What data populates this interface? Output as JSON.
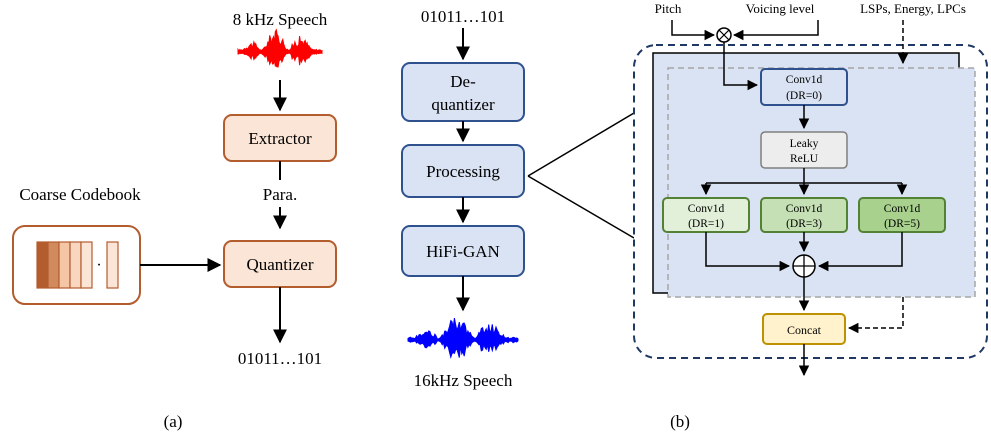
{
  "panel_a": {
    "input_label": "8 kHz Speech",
    "extractor_label": "Extractor",
    "para_label": "Para.",
    "codebook_title": "Coarse Codebook",
    "codebook_dots": "·",
    "quantizer_label": "Quantizer",
    "output_bits": "01011…101",
    "caption": "(a)"
  },
  "panel_mid": {
    "input_bits": "01011…101",
    "dequantizer_line1": "De-",
    "dequantizer_line2": "quantizer",
    "processing_label": "Processing",
    "hifigan_label": "HiFi-GAN",
    "output_label": "16kHz Speech"
  },
  "panel_b": {
    "pitch_label": "Pitch",
    "voicing_label": "Voicing level",
    "features_label": "LSPs, Energy, LPCs",
    "conv_top_line1": "Conv1d",
    "conv_top_line2": "(DR=0)",
    "leaky_line1": "Leaky",
    "leaky_line2": "ReLU",
    "conv1_line1": "Conv1d",
    "conv1_line2": "(DR=1)",
    "conv3_line1": "Conv1d",
    "conv3_line2": "(DR=3)",
    "conv5_line1": "Conv1d",
    "conv5_line2": "(DR=5)",
    "concat_label": "Concat",
    "caption": "(b)"
  },
  "colors": {
    "speech_input": "#ff0000",
    "speech_output": "#0000ff",
    "peach_fill": "#fbe5d6",
    "peach_stroke": "#b35c2e",
    "blue_fill": "#dae3f3",
    "blue_stroke": "#2f528f",
    "green_light": "#e2f0d9",
    "green_mid": "#c5e0b4",
    "green_dark": "#a9d18e",
    "green_stroke": "#548235",
    "grey_fill": "#ededed",
    "concat_fill": "#fff2cc",
    "concat_stroke": "#bf9000",
    "dashed_border": "#203864"
  }
}
